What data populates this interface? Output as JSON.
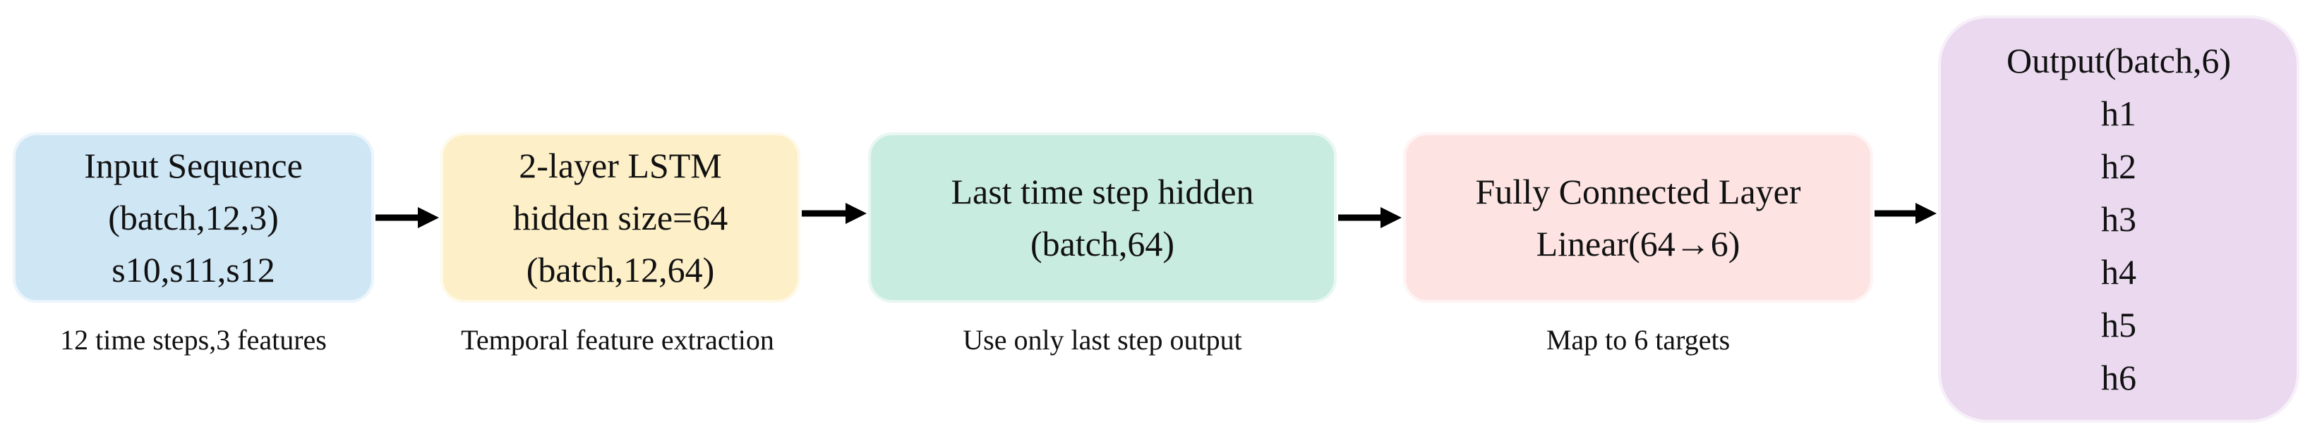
{
  "nodes": [
    {
      "lines": [
        "Input Sequence",
        "(batch,12,3)",
        "s10,s11,s12"
      ],
      "caption": "12 time steps,3 features",
      "color": "#cfe6f5"
    },
    {
      "lines": [
        "2-layer LSTM",
        "hidden size=64",
        "(batch,12,64)"
      ],
      "caption": "Temporal feature extraction",
      "color": "#fdf0c8"
    },
    {
      "lines": [
        "Last time step hidden",
        "(batch,64)"
      ],
      "caption": "Use only last step output",
      "color": "#c9ece0"
    },
    {
      "lines": [
        "Fully Connected Layer",
        "Linear(64→6)"
      ],
      "caption": "Map to 6 targets",
      "color": "#fde4e3"
    },
    {
      "lines": [
        "Output(batch,6)",
        "h1",
        "h2",
        "h3",
        "h4",
        "h5",
        "h6"
      ],
      "color": "#ead9ef"
    }
  ],
  "arrow_color": "#000000"
}
